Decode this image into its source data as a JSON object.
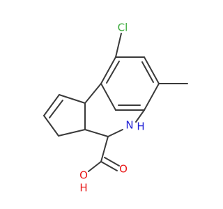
{
  "molecule": {
    "atoms": {
      "chlorine": "Cl",
      "nitrogen": "N",
      "nitrogen_hydrogen": "H",
      "carbonyl_oxygen": "O",
      "hydroxyl_oxygen": "O",
      "hydroxyl_hydrogen": "H"
    },
    "colors": {
      "bond": "#3a3a3a",
      "chlorine": "#3aaa3a",
      "nitrogen": "#1f1fd6",
      "oxygen": "#e81818"
    }
  }
}
